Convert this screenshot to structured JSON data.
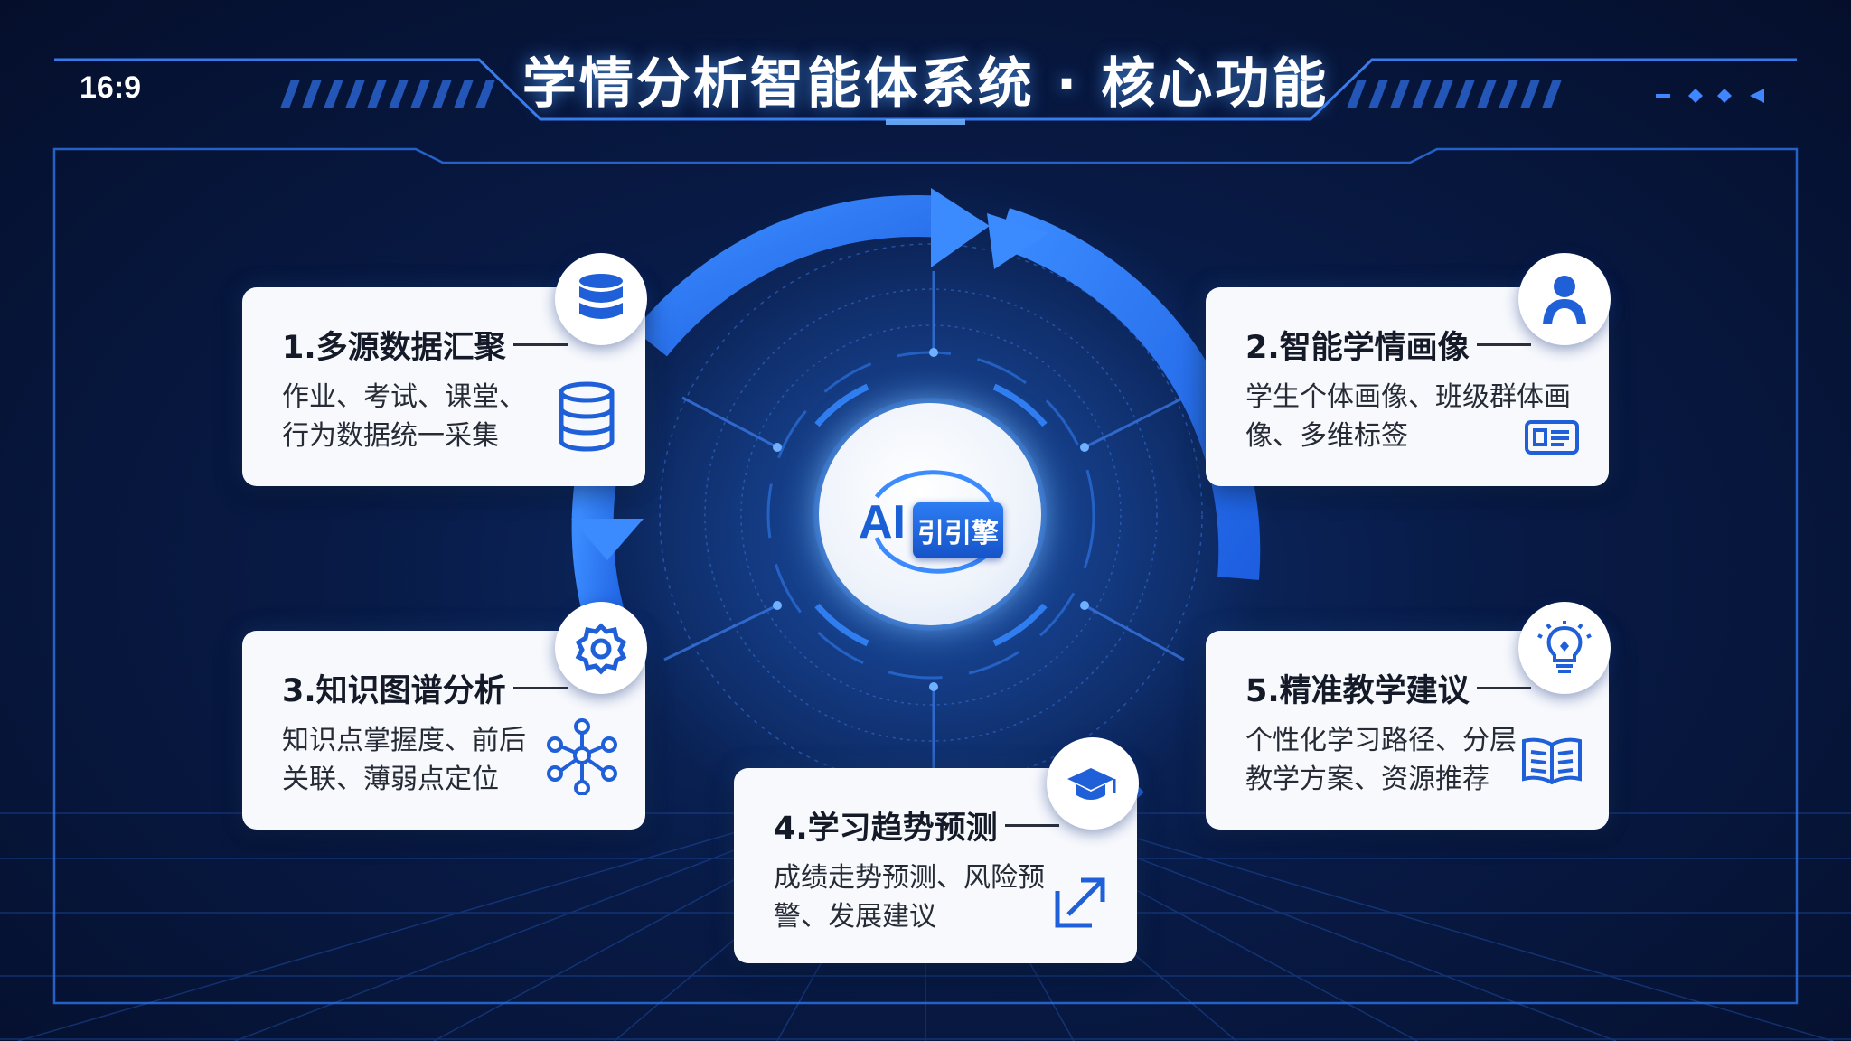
{
  "header": {
    "aspect_ratio": "16:9",
    "title": "学情分析智能体系统 · 核心功能"
  },
  "center": {
    "ai_label": "AI",
    "engine_label": "引引擎"
  },
  "cards": [
    {
      "title": "1.多源数据汇聚",
      "desc_line1": "作业、考试、课堂、",
      "desc_line2": "行为数据统一采集",
      "badge_icon": "database-icon",
      "inline_icon": "database-stack-icon"
    },
    {
      "title": "2.智能学情画像",
      "desc_line1": "学生个体画像、班级群体画",
      "desc_line2": "像、多维标签",
      "badge_icon": "user-icon",
      "inline_icon": "id-card-icon"
    },
    {
      "title": "3.知识图谱分析",
      "desc_line1": "知识点掌握度、前后",
      "desc_line2": "关联、薄弱点定位",
      "badge_icon": "gear-icon",
      "inline_icon": "network-graph-icon"
    },
    {
      "title": "4.学习趋势预测",
      "desc_line1": "成绩走势预测、风险预",
      "desc_line2": "警、发展建议",
      "badge_icon": "graduation-cap-icon",
      "inline_icon": "trend-arrow-icon"
    },
    {
      "title": "5.精准教学建议",
      "desc_line1": "个性化学习路径、分层",
      "desc_line2": "教学方案、资源推荐",
      "badge_icon": "lightbulb-icon",
      "inline_icon": "open-book-icon"
    }
  ],
  "colors": {
    "background": "#081a45",
    "accent_blue": "#2f7cf0",
    "card_bg": "#f7f9fd",
    "title_text": "#ffffff"
  }
}
